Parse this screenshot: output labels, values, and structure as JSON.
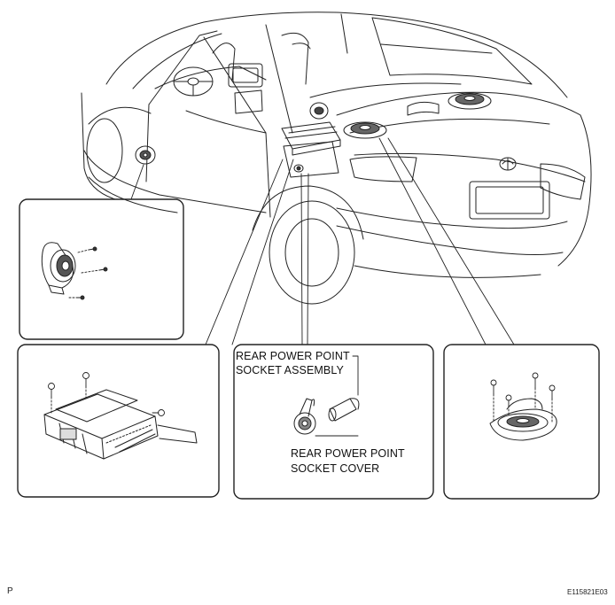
{
  "labels": {
    "socket_assembly_line1": "REAR POWER POINT",
    "socket_assembly_line2": "SOCKET ASSEMBLY",
    "socket_cover_line1": "REAR  POWER POINT",
    "socket_cover_line2": "SOCKET COVER"
  },
  "footer": {
    "page_marker": "P",
    "figure_id": "E115821E03"
  }
}
